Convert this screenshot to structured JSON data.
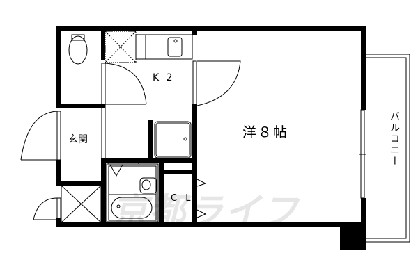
{
  "floor_plan": {
    "rooms": {
      "main_room": "洋８帖",
      "kitchen": "K 2",
      "entrance": "玄関",
      "closet": "C L",
      "balcony": "バルコニー"
    },
    "watermark": "京都ライフ",
    "colors": {
      "wall": "#000000",
      "background": "#ffffff",
      "watermark": "#e6e6e6"
    }
  }
}
